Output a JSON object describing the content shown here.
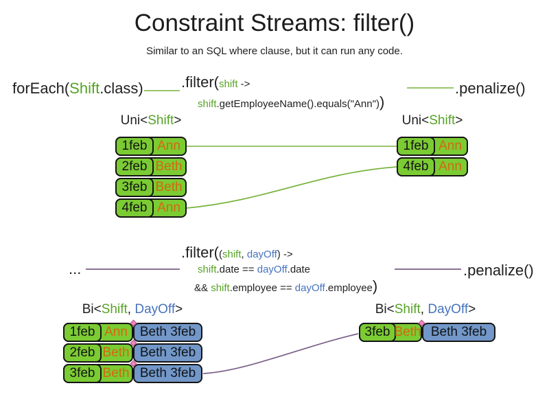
{
  "title": "Constraint Streams: filter()",
  "subtitle": "Similar to an SQL where clause, but it can run any code.",
  "colors": {
    "dark_text": "#1f1f1f",
    "green_text": "#56a324",
    "blue_text": "#4673be",
    "orange_text": "#d2690f",
    "green_fill": "#7bcb33",
    "blue_fill": "#7297c8",
    "green_line": "#9ac56b",
    "green_curve": "#77b53f",
    "purple_line": "#7a5e86"
  },
  "pipeline_top": {
    "source_segments": [
      {
        "t": "forEach(",
        "c": "dark",
        "sz": "big"
      },
      {
        "t": "Shift",
        "c": "green",
        "sz": "big"
      },
      {
        "t": ".class)",
        "c": "dark",
        "sz": "big"
      }
    ],
    "filter_line1": [
      {
        "t": ".filter(",
        "c": "dark",
        "sz": "big"
      },
      {
        "t": "shift",
        "c": "green",
        "sz": "small"
      },
      {
        "t": " ->",
        "c": "dark",
        "sz": "small"
      }
    ],
    "filter_line2": [
      {
        "t": "shift",
        "c": "green",
        "sz": "small"
      },
      {
        "t": ".getEmployeeName().equals(\"Ann\")",
        "c": "dark",
        "sz": "small"
      },
      {
        "t": ")",
        "c": "dark",
        "sz": "big"
      }
    ],
    "penalize": ".penalize()"
  },
  "pipeline_bottom": {
    "source": "...",
    "filter_line1": [
      {
        "t": ".filter(",
        "c": "dark",
        "sz": "big"
      },
      {
        "t": "(",
        "c": "dark",
        "sz": "small"
      },
      {
        "t": "shift",
        "c": "green",
        "sz": "small"
      },
      {
        "t": ", ",
        "c": "dark",
        "sz": "small"
      },
      {
        "t": "dayOff",
        "c": "blue",
        "sz": "small"
      },
      {
        "t": ") ->",
        "c": "dark",
        "sz": "small"
      }
    ],
    "filter_line2": [
      {
        "t": "shift",
        "c": "green",
        "sz": "small"
      },
      {
        "t": ".date == ",
        "c": "dark",
        "sz": "small"
      },
      {
        "t": "dayOff",
        "c": "blue",
        "sz": "small"
      },
      {
        "t": ".date",
        "c": "dark",
        "sz": "small"
      }
    ],
    "filter_line3": [
      {
        "t": "&& ",
        "c": "dark",
        "sz": "small"
      },
      {
        "t": "shift",
        "c": "green",
        "sz": "small"
      },
      {
        "t": ".employee == ",
        "c": "dark",
        "sz": "small"
      },
      {
        "t": "dayOff",
        "c": "blue",
        "sz": "small"
      },
      {
        "t": ".employee",
        "c": "dark",
        "sz": "small"
      },
      {
        "t": ")",
        "c": "dark",
        "sz": "big"
      }
    ],
    "penalize": ".penalize()"
  },
  "uni_left": {
    "header_segments": [
      {
        "t": "Uni<",
        "c": "dark"
      },
      {
        "t": "Shift",
        "c": "green"
      },
      {
        "t": ">",
        "c": "dark"
      }
    ],
    "rows": [
      {
        "date": "1feb",
        "name": "Ann"
      },
      {
        "date": "2feb",
        "name": "Beth"
      },
      {
        "date": "3feb",
        "name": "Beth"
      },
      {
        "date": "4feb",
        "name": "Ann"
      }
    ]
  },
  "uni_right": {
    "header_segments": [
      {
        "t": "Uni<",
        "c": "dark"
      },
      {
        "t": "Shift",
        "c": "green"
      },
      {
        "t": ">",
        "c": "dark"
      }
    ],
    "rows": [
      {
        "date": "1feb",
        "name": "Ann"
      },
      {
        "date": "4feb",
        "name": "Ann"
      }
    ]
  },
  "bi_left": {
    "header_segments": [
      {
        "t": "Bi<",
        "c": "dark"
      },
      {
        "t": "Shift",
        "c": "green"
      },
      {
        "t": ", ",
        "c": "dark"
      },
      {
        "t": "DayOff",
        "c": "blue"
      },
      {
        "t": ">",
        "c": "dark"
      }
    ],
    "rows": [
      {
        "date": "1feb",
        "name": "Ann",
        "pair": "Beth 3feb"
      },
      {
        "date": "2feb",
        "name": "Beth",
        "pair": "Beth 3feb"
      },
      {
        "date": "3feb",
        "name": "Beth",
        "pair": "Beth 3feb"
      }
    ]
  },
  "bi_right": {
    "header_segments": [
      {
        "t": "Bi<",
        "c": "dark"
      },
      {
        "t": "Shift",
        "c": "green"
      },
      {
        "t": ", ",
        "c": "dark"
      },
      {
        "t": "DayOff",
        "c": "blue"
      },
      {
        "t": ">",
        "c": "dark"
      }
    ],
    "rows": [
      {
        "date": "3feb",
        "name": "Beth",
        "pair": "Beth 3feb"
      }
    ]
  }
}
